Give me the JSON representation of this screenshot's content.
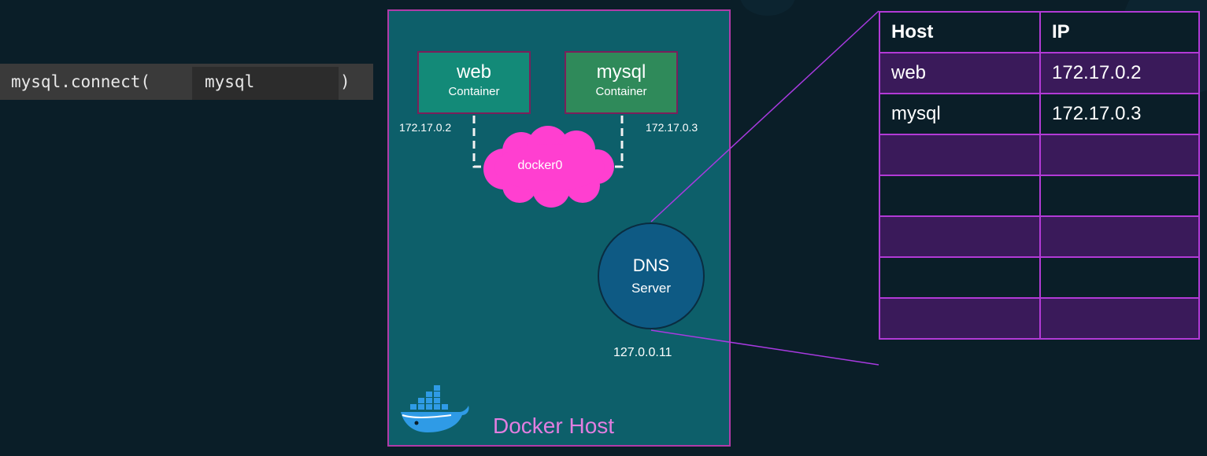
{
  "code": {
    "prefix": "mysql.connect(",
    "argument": "mysql",
    "suffix": ")"
  },
  "host": {
    "label": "Docker Host"
  },
  "containers": [
    {
      "name": "web",
      "type": "Container",
      "ip": "172.17.0.2"
    },
    {
      "name": "mysql",
      "type": "Container",
      "ip": "172.17.0.3"
    }
  ],
  "bridge": {
    "label": "docker0"
  },
  "dns": {
    "title": "DNS",
    "subtitle": "Server",
    "ip": "127.0.0.11"
  },
  "table": {
    "headers": [
      "Host",
      "IP"
    ],
    "rows": [
      [
        "web",
        "172.17.0.2"
      ],
      [
        "mysql",
        "172.17.0.3"
      ],
      [
        "",
        ""
      ],
      [
        "",
        ""
      ],
      [
        "",
        ""
      ],
      [
        "",
        ""
      ],
      [
        "",
        ""
      ]
    ]
  },
  "colors": {
    "background": "#0a1e28",
    "host_fill": "#0d5f6a",
    "accent_magenta": "#b23aa8",
    "cloud": "#ff3fd0",
    "dns_fill": "#0e5a84"
  }
}
